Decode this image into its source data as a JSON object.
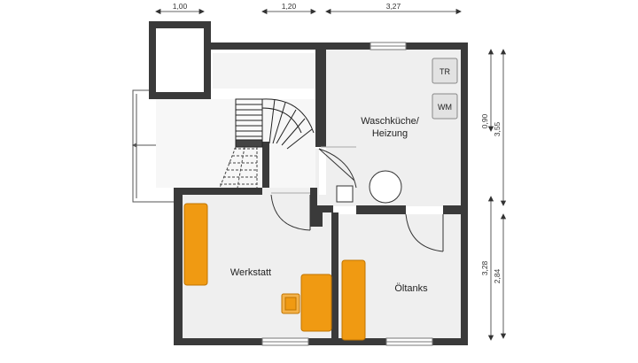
{
  "dimensions": {
    "top": [
      "1,00",
      "1,20",
      "3,27"
    ],
    "right_upper_inner": "0,90",
    "right_upper_outer": "3,55",
    "right_lower_inner": "3,28",
    "right_lower_outer": "2,84"
  },
  "rooms": {
    "laundry_line1": "Waschküche/",
    "laundry_line2": "Heizung",
    "workshop": "Werkstatt",
    "oil": "Öltanks"
  },
  "appliances": {
    "dryer": "TR",
    "washer": "WM"
  },
  "colors": {
    "wall": "#3a3a3a",
    "floor": "#f0f0f0",
    "furniture": "#f09a12",
    "window": "#ffffff"
  }
}
